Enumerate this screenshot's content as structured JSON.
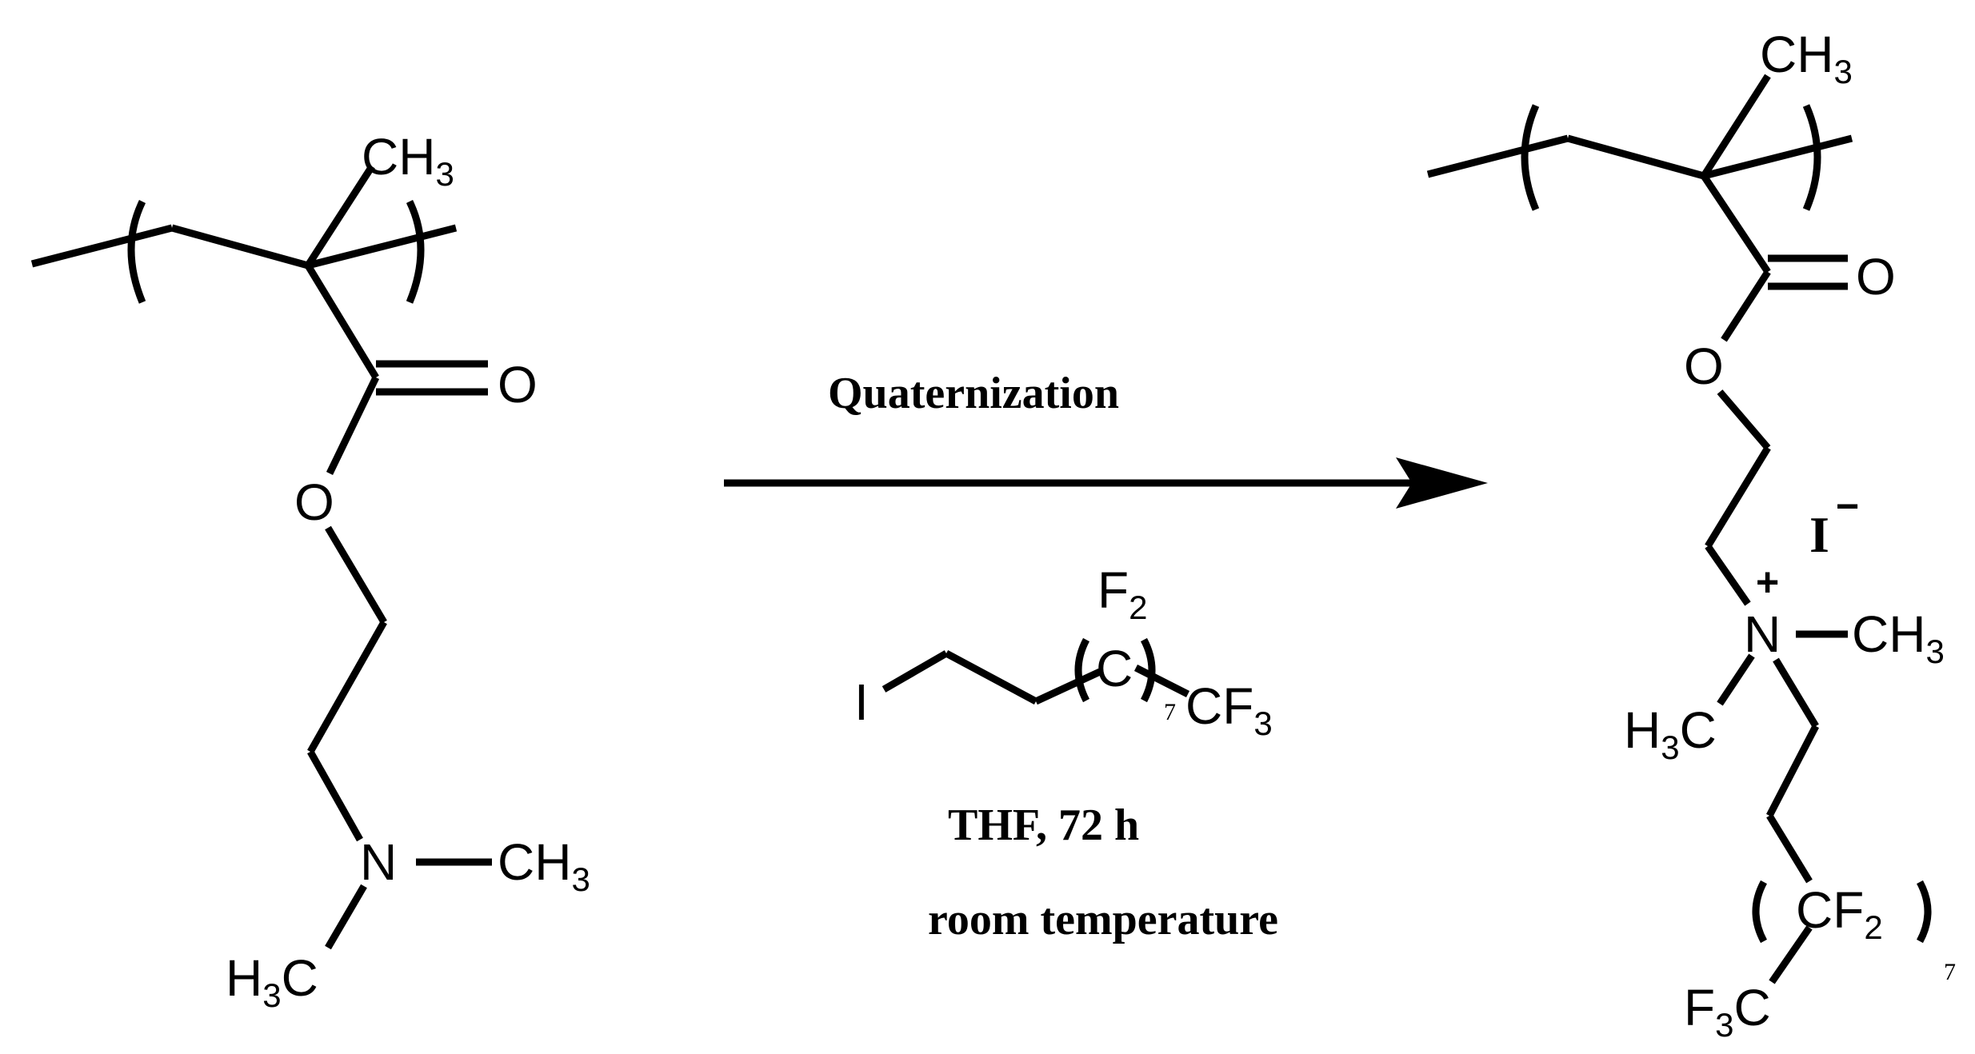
{
  "reactant": {
    "methyl_c": "CH",
    "methyl_n": "3",
    "carbonyl_o": "O",
    "ester_o": "O",
    "nitrogen": "N",
    "n_methyl_right_c": "CH",
    "n_methyl_right_n": "3",
    "n_methyl_left_h": "H",
    "n_methyl_left_n": "3",
    "n_methyl_left_c": "C"
  },
  "reaction": {
    "label_top": "Quaternization",
    "reagent": {
      "iodine": "I",
      "cf2_c": "C",
      "cf2_f": "F",
      "cf2_n": "2",
      "repeat": "7",
      "cf3_c": "CF",
      "cf3_n": "3"
    },
    "condition_1": "THF, 72 h",
    "condition_2": "room temperature"
  },
  "product": {
    "methyl_c": "CH",
    "methyl_n": "3",
    "carbonyl_o": "O",
    "ester_o": "O",
    "counter_ion": "I",
    "counter_charge": "−",
    "nitrogen": "N",
    "n_charge": "+",
    "n_methyl_right_c": "CH",
    "n_methyl_right_n": "3",
    "n_methyl_left_h": "H",
    "n_methyl_left_n": "3",
    "n_methyl_left_c": "C",
    "cf2_c": "CF",
    "cf2_n": "2",
    "repeat": "7",
    "cf3_f": "F",
    "cf3_n": "3",
    "cf3_c": "C"
  }
}
